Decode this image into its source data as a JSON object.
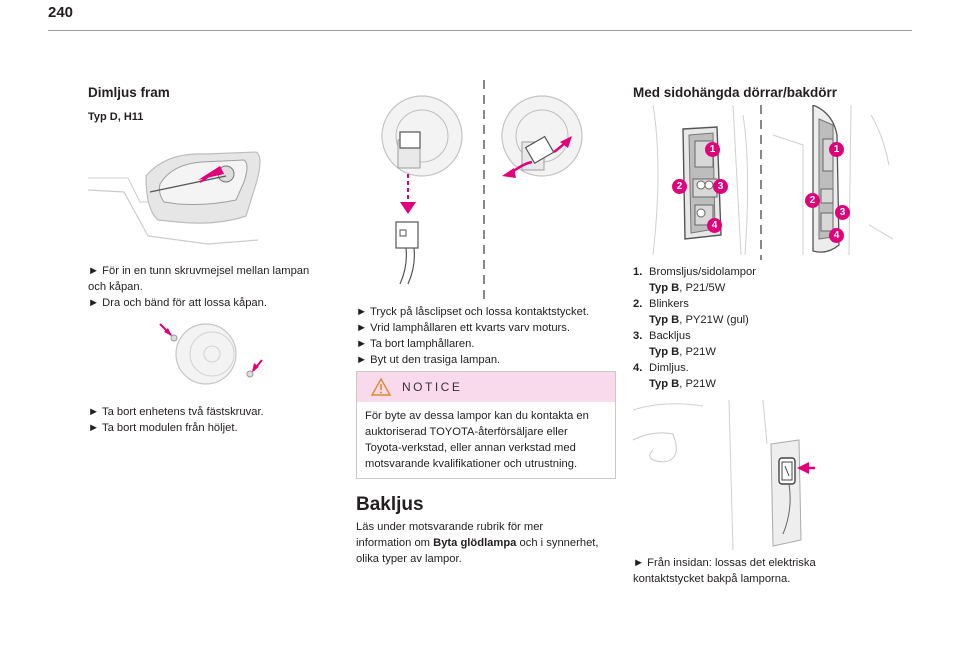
{
  "page_number": "240",
  "left": {
    "heading": "Dimljus fram",
    "subheading": "Typ D, H11",
    "steps1": [
      "► För in en tunn skruvmejsel mellan lampan",
      "och kåpan.",
      "► Dra och bänd för att lossa kåpan."
    ],
    "steps2": [
      "► Ta bort enhetens två fästskruvar.",
      "► Ta bort modulen från höljet."
    ]
  },
  "middle": {
    "steps": [
      "► Tryck på låsclipset och lossa kontaktstycket.",
      "► Vrid lamphållaren ett kvarts varv moturs.",
      "► Ta bort lamphållaren.",
      "► Byt ut den trasiga lampan."
    ],
    "notice_title": "NOTICE",
    "notice_lines": [
      "För byte av dessa lampor kan du kontakta en",
      "auktoriserad TOYOTA-återförsäljare eller",
      "Toyota-verkstad, eller annan verkstad med",
      "motsvarande kvalifikationer och utrustning."
    ],
    "bakljus_heading": "Bakljus",
    "bakljus_line1": "Läs under motsvarande rubrik för mer",
    "bakljus_line2_pre": "information om ",
    "bakljus_line2_bold": "Byta glödlampa",
    "bakljus_line2_post": " och i synnerhet,",
    "bakljus_line3": "olika typer av lampor."
  },
  "right": {
    "heading": "Med sidohängda dörrar/bakdörr",
    "callouts": [
      "1",
      "2",
      "3",
      "4"
    ],
    "items": [
      {
        "num": "1.",
        "name": "Bromsljus/sidolampor",
        "typ": "Typ B",
        "spec": ", P21/5W"
      },
      {
        "num": "2.",
        "name": "Blinkers",
        "typ": "Typ B",
        "spec": ", PY21W (gul)"
      },
      {
        "num": "3.",
        "name": "Backljus",
        "typ": "Typ B",
        "spec": ", P21W"
      },
      {
        "num": "4.",
        "name": "Dimljus.",
        "typ": "Typ B",
        "spec": ", P21W"
      }
    ],
    "step_bottom": [
      "► Från insidan: lossas det elektriska",
      "kontaktstycket bakpå lamporna."
    ]
  },
  "colors": {
    "accent": "#e2007a",
    "notice_bg": "#f9d9ec",
    "rule": "#9c9c9c"
  }
}
